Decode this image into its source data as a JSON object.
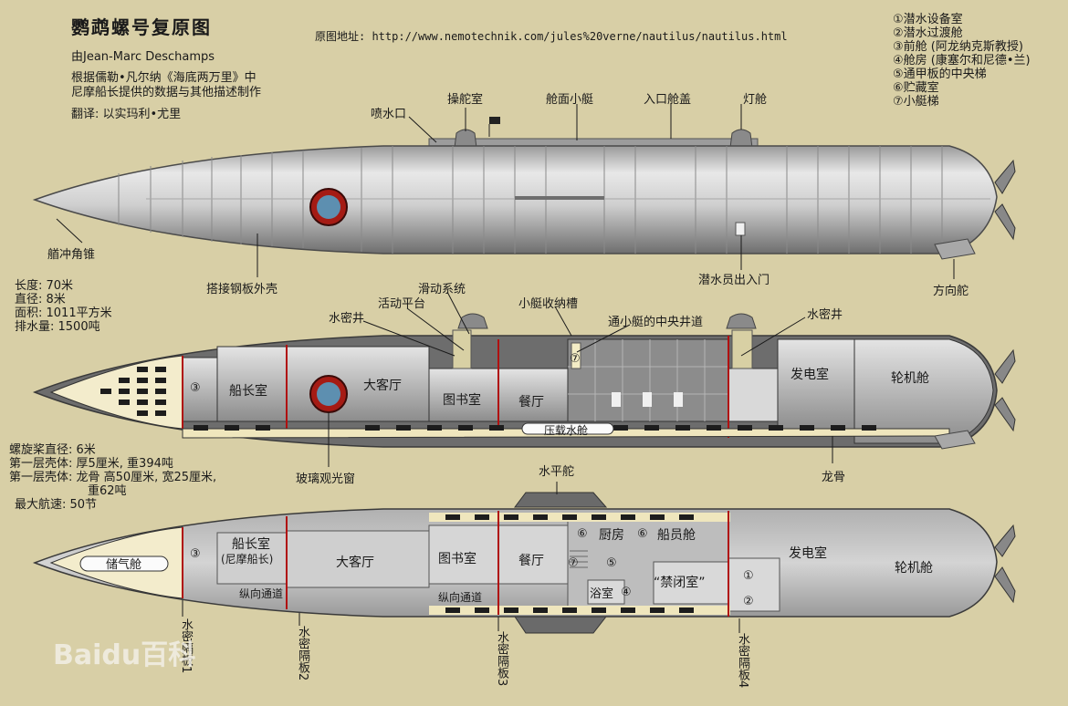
{
  "title": "鹦鹉螺号复原图",
  "author": "由Jean-Marc Deschamps",
  "desc1": "根据儒勒•凡尔纳《海底两万里》中",
  "desc2": "尼摩船长提供的数据与其他描述制作",
  "translator": "翻译: 以实玛利•尤里",
  "source_label": "原图地址: http://www.nemotechnik.com/jules%20verne/nautilus/nautilus.html",
  "legend": [
    "①潜水设备室",
    "②潜水过渡舱",
    "③前舱 (阿龙纳克斯教授)",
    "④舱房 (康塞尔和尼德•兰)",
    "⑤通甲板的中央梯",
    "⑥贮藏室",
    "⑦小艇梯"
  ],
  "specs1": [
    "长度: 70米",
    "直径: 8米",
    "面积: 1011平方米",
    "排水量: 1500吨"
  ],
  "specs2": [
    "螺旋桨直径: 6米",
    "第一层壳体: 厚5厘米, 重394吨",
    "第一层壳体: 龙骨 高50厘米, 宽25厘米,",
    "重62吨",
    "最大航速: 50节"
  ],
  "labels_top": {
    "spray": "喷水口",
    "helm": "操舵室",
    "boat": "舱面小艇",
    "hatch": "入口舱盖",
    "lamp": "灯舱",
    "ram": "艏冲角锥",
    "plating": "搭接钢板外壳",
    "diver_door": "潜水员出入门",
    "rudder": "方向舵"
  },
  "labels_mid": {
    "slide": "滑动系统",
    "platform": "活动平台",
    "watertight_l": "水密井",
    "boat_bay": "小艇收纳槽",
    "shaft": "通小艇的中央井道",
    "watertight_r": "水密井",
    "window": "玻璃观光窗",
    "keel": "龙骨",
    "three": "③",
    "captain": "船长室",
    "salon": "大客厅",
    "library": "图书室",
    "dining": "餐厅",
    "seven": "⑦",
    "ballast": "压载水舱",
    "generator": "发电室",
    "engine": "轮机舱"
  },
  "labels_bot": {
    "planes": "水平舵",
    "air": "储气舱",
    "three": "③",
    "captain": "船长室",
    "captain_sub": "(尼摩船长)",
    "salon": "大客厅",
    "library": "图书室",
    "dining": "餐厅",
    "six_a": "⑥",
    "kitchen": "厨房",
    "six_b": "⑥",
    "crew": "船员舱",
    "seven": "⑦",
    "five": "⑤",
    "bath": "浴室",
    "four": "④",
    "brig": "“禁闭室”",
    "one": "①",
    "two": "②",
    "generator": "发电室",
    "engine": "轮机舱",
    "corridor_a": "纵向通道",
    "corridor_b": "纵向通道"
  },
  "bulkheads": [
    "水密隔板1",
    "水密隔板2",
    "水密隔板3",
    "水密隔板4"
  ],
  "watermark": "Baidu百科"
}
